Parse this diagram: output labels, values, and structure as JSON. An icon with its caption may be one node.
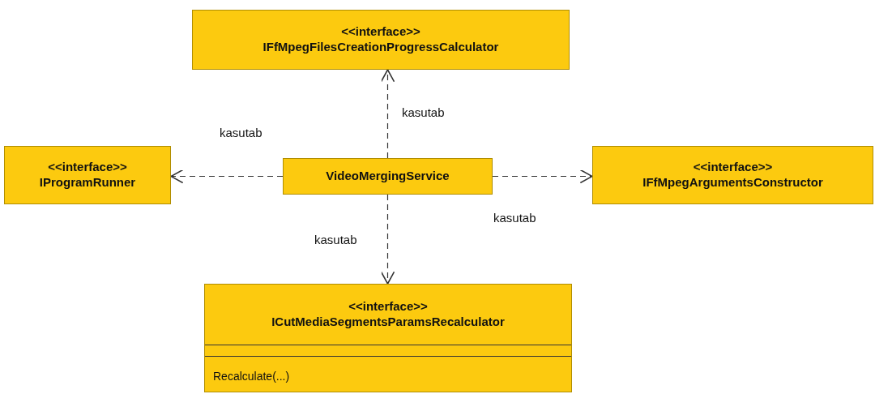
{
  "diagram": {
    "nodes": [
      {
        "text": [
          "<<interface>>",
          "IFfMpegFilesCreationProgressCalculator"
        ]
      },
      {
        "text": [
          "<<interface>>",
          "IProgramRunner"
        ]
      },
      {
        "text": [
          "VideoMergingService"
        ]
      },
      {
        "text": [
          "<<interface>>",
          "IFfMpegArgumentsConstructor"
        ]
      },
      {
        "text": [
          "<<interface>>",
          "ICutMediaSegmentsParamsRecalculator",
          "Recalculate(...)"
        ]
      }
    ],
    "edges": [
      {
        "from": 2,
        "to": 0,
        "arrow": "to",
        "label": "kasutab",
        "style": "dashed"
      },
      {
        "from": 2,
        "to": 1,
        "arrow": "to",
        "label": "kasutab",
        "style": "dashed"
      },
      {
        "from": 2,
        "to": 3,
        "arrow": "to",
        "label": "kasutab",
        "style": "dashed"
      },
      {
        "from": 2,
        "to": 4,
        "arrow": "to",
        "label": "kasutab",
        "style": "dashed"
      }
    ]
  }
}
